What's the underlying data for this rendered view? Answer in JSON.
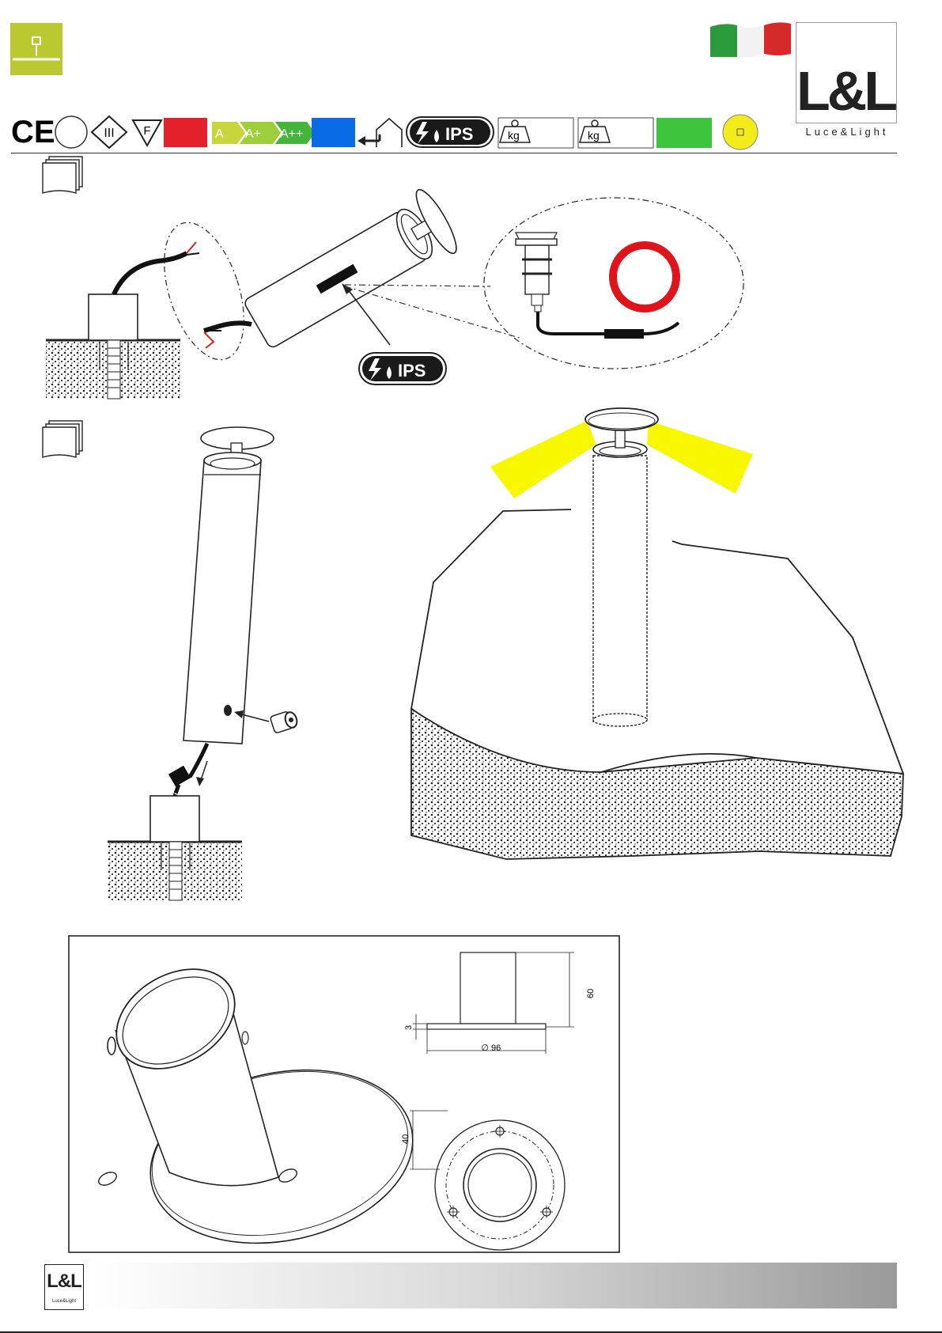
{
  "brand": {
    "logo_text": "L&L",
    "logo_subtitle": "Luce&Light"
  },
  "symbols": {
    "ce": "CE",
    "class_iii": "III",
    "f_mark": "F",
    "energy_a": "A",
    "energy_a_plus": "A+",
    "energy_a_plus_plus": "A++",
    "ips": "IPS",
    "kg_1": "kg",
    "kg_2": "kg"
  },
  "installation": {
    "ips_callout": "IPS"
  },
  "dimensions": {
    "height": "60",
    "plate_thickness": "3",
    "diameter": "96",
    "hole_offset": "40"
  },
  "colors": {
    "brand_green": "#b9c92f",
    "red_box": "#e4202a",
    "blue_box": "#0a6be6",
    "green_box": "#3cc43c",
    "yellow_circle": "#f4ec1a",
    "light_beam": "#f7f700",
    "seal_ring": "#e0141b"
  }
}
